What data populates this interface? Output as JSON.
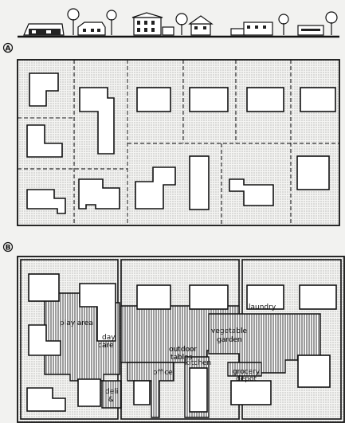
{
  "figure": {
    "panels": [
      {
        "marker": "A"
      },
      {
        "marker": "B"
      }
    ],
    "labels": {
      "play_area": "play area",
      "day_care_1": "day",
      "day_care_2": "care",
      "outdoor_1": "outdoor",
      "outdoor_2": "tables",
      "kitchen": "kitchen",
      "vegetable_1": "vegetable",
      "vegetable_2": "garden",
      "laundry": "laundry",
      "office": "office",
      "grocery_1": "grocery",
      "grocery_2": "depot",
      "deli_1": "deli",
      "deli_2": "&"
    }
  }
}
